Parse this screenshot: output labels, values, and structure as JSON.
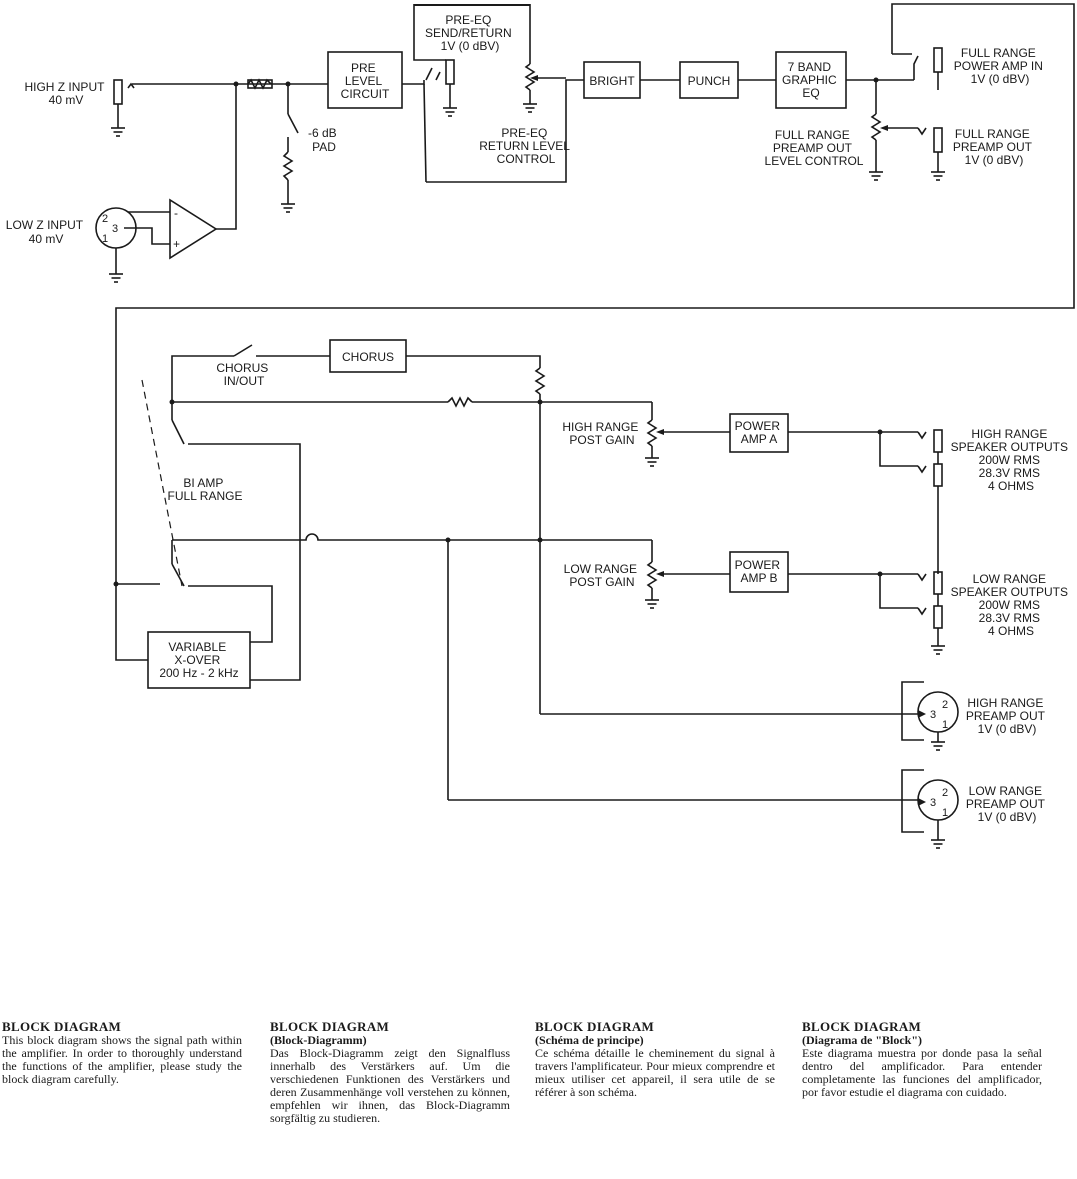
{
  "colors": {
    "ink": "#1a1a1a",
    "paper": "#ffffff"
  },
  "labels": {
    "high_z_input": [
      "HIGH Z INPUT",
      "40 mV"
    ],
    "low_z_input": [
      "LOW Z INPUT",
      "40 mV"
    ],
    "pad": [
      "-6 dB",
      "PAD"
    ],
    "pre_level_circuit": [
      "PRE",
      "LEVEL",
      "CIRCUIT"
    ],
    "pre_eq_send_return": [
      "PRE-EQ",
      "SEND/RETURN",
      "1V (0 dBV)"
    ],
    "pre_eq_return_level": [
      "PRE-EQ",
      "RETURN LEVEL",
      "CONTROL"
    ],
    "bright": "BRIGHT",
    "punch": "PUNCH",
    "graphic_eq": [
      "7 BAND",
      "GRAPHIC",
      "EQ"
    ],
    "full_range_power_amp_in": [
      "FULL RANGE",
      "POWER AMP IN",
      "1V (0 dBV)"
    ],
    "full_range_preamp_out": [
      "FULL RANGE",
      "PREAMP OUT",
      "1V (0 dBV)"
    ],
    "full_range_preamp_level": [
      "FULL RANGE",
      "PREAMP OUT",
      "LEVEL CONTROL"
    ],
    "chorus": "CHORUS",
    "chorus_in_out": [
      "CHORUS",
      "IN/OUT"
    ],
    "bi_amp_full_range": [
      "BI AMP",
      "FULL RANGE"
    ],
    "high_range_post_gain": [
      "HIGH RANGE",
      "POST GAIN"
    ],
    "low_range_post_gain": [
      "LOW RANGE",
      "POST GAIN"
    ],
    "power_amp_a": [
      "POWER",
      "AMP A"
    ],
    "power_amp_b": [
      "POWER",
      "AMP B"
    ],
    "high_range_speaker": [
      "HIGH RANGE",
      "SPEAKER OUTPUTS",
      "200W RMS",
      "28.3V RMS",
      "4 OHMS"
    ],
    "low_range_speaker": [
      "LOW RANGE",
      "SPEAKER OUTPUTS",
      "200W RMS",
      "28.3V RMS",
      "4 OHMS"
    ],
    "variable_xover": [
      "VARIABLE",
      "X-OVER",
      "200 Hz - 2 kHz"
    ],
    "high_range_preamp_out": [
      "HIGH RANGE",
      "PREAMP OUT",
      "1V (0 dBV)"
    ],
    "low_range_preamp_out": [
      "LOW RANGE",
      "PREAMP OUT",
      "1V (0 dBV)"
    ],
    "xlr_pins": [
      "2",
      "3",
      "1"
    ],
    "opamp_minus": "-",
    "opamp_plus": "+"
  },
  "descriptions": [
    {
      "title": "BLOCK DIAGRAM",
      "subtitle": "",
      "body": "This block diagram shows the signal path within the amplifier. In order to thoroughly understand the functions of the amplifier, please study the block diagram carefully."
    },
    {
      "title": "BLOCK DIAGRAM",
      "subtitle": "(Block-Diagramm)",
      "body": "Das Block-Diagramm zeigt den Signalfluss innerhalb des Verstärkers auf. Um die verschiedenen Funktionen des Verstärkers und deren Zusammenhänge voll verstehen zu können, empfehlen wir ihnen, das Block-Diagramm sorgfältig zu studieren."
    },
    {
      "title": "BLOCK DIAGRAM",
      "subtitle": "(Schéma de principe)",
      "body": "Ce schéma détaille le cheminement du signal à travers l'amplificateur. Pour mieux comprendre et mieux utiliser cet appareil, il sera utile de se référer à son schéma."
    },
    {
      "title": "BLOCK DIAGRAM",
      "subtitle": "(Diagrama de \"Block\")",
      "body": "Este diagrama muestra por donde pasa la señal dentro del amplificador. Para entender completamente las funciones del amplificador, por favor estudie el diagrama con cuidado."
    }
  ]
}
